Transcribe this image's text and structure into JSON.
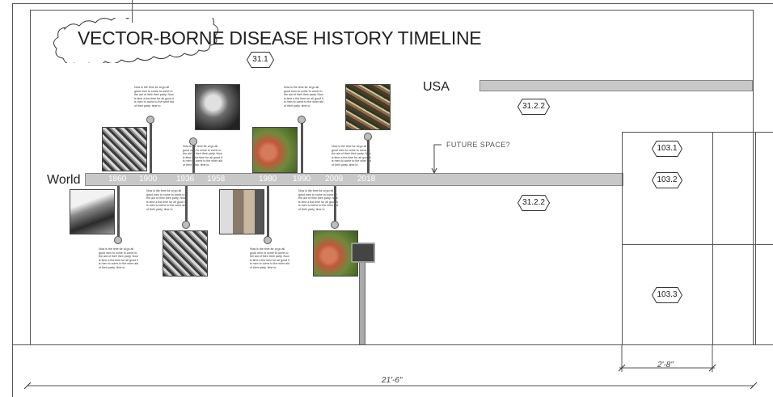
{
  "title": "VECTOR-BORNE DISEASE HISTORY TIMELINE",
  "labels": {
    "world": "World",
    "usa": "USA",
    "future": "FUTURE SPACE?"
  },
  "years": [
    "1860",
    "1900",
    "1936",
    "1958",
    "1980",
    "1990",
    "2009",
    "2018"
  ],
  "blurb_text": "Now is the time for al go all good men to come to come to the aid of their their party. Now is time a the time for all good it is men to come to the wher aid of their party. time to",
  "tags": {
    "title_tag": "31.1",
    "usa_tag": "31.2.2",
    "world_tag": "31.2.2",
    "panel_top": "103.1",
    "panel_mid": "103.2",
    "panel_bottom": "103.3"
  },
  "dimensions": {
    "overall": "21'-6\"",
    "panel": "2'-8\""
  }
}
